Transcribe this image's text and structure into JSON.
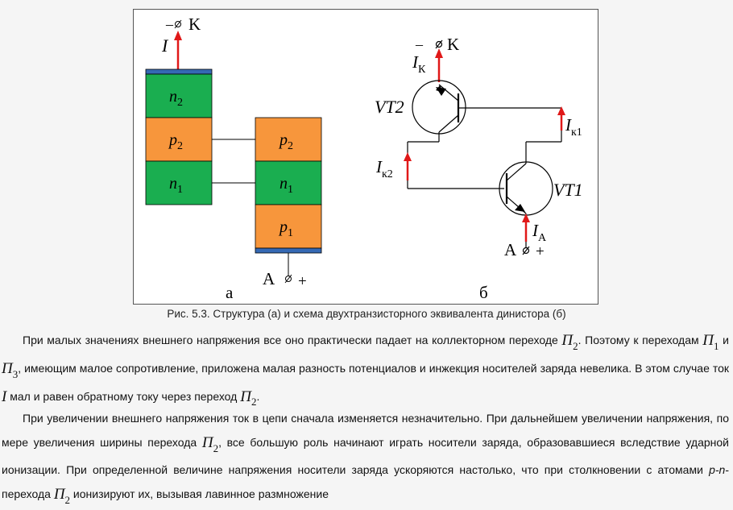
{
  "figure": {
    "structure": {
      "cathode_top": "K",
      "cathode_sign": "–",
      "current": "I",
      "left_layers": [
        {
          "letter": "n",
          "sub": "2"
        },
        {
          "letter": "p",
          "sub": "2"
        },
        {
          "letter": "n",
          "sub": "1"
        }
      ],
      "right_layers": [
        {
          "letter": "p",
          "sub": "2"
        },
        {
          "letter": "n",
          "sub": "1"
        },
        {
          "letter": "p",
          "sub": "1"
        }
      ],
      "anode": "A",
      "anode_sign": "+",
      "label": "а"
    },
    "circuit": {
      "cathode_top": "K",
      "cathode_sign": "–",
      "ik_letter": "I",
      "ik_sub": "К",
      "vt2_label": "VT2",
      "vt1_label": "VT1",
      "ik1_letter": "I",
      "ik1_sub": "к1",
      "ik2_letter": "I",
      "ik2_sub": "к2",
      "ia_letter": "I",
      "ia_sub": "А",
      "anode": "A",
      "anode_sign": "+",
      "label": "б"
    },
    "colors": {
      "n_layer": "#1aae50",
      "p_layer": "#f7963c",
      "contact": "#3569b4",
      "arrow": "#e01818"
    }
  },
  "caption": "Рис. 5.3. Структура (а) и схема двухтранзисторного эквивалента динистора (б)",
  "paragraph1": {
    "t1": "При малых значениях внешнего напряжения все оно практически падает на коллекторном переходе ",
    "s1": "П",
    "s1sub": "2",
    "t2": ". Поэтому к переходам ",
    "s2": "П",
    "s2sub": "1",
    "t3": " и ",
    "s3": "П",
    "s3sub": "3",
    "t4": ", имеющим малое сопротивление, приложена малая разность потенциалов и инжекция носителей заряда невелика. В этом случае ток ",
    "s4": "I",
    "t5": " мал и равен обратному току через переход ",
    "s5": "П",
    "s5sub": "2",
    "t6": "."
  },
  "paragraph2": {
    "t1": "При увеличении внешнего напряжения ток в цепи сначала изменяется незначительно. При дальнейшем увеличении напряжения, по мере увеличения ширины перехода ",
    "s1": "П",
    "s1sub": "2",
    "t2": ", все большую роль начинают играть носители заряда, образовавшиеся вследствие ударной ионизации. При определенной величине напряжения носители заряда ускоряются настолько, что при столкновении с атомами ",
    "pn": "p-n",
    "t3": "-перехода ",
    "s2": "П",
    "s2sub": "2",
    "t4": " ионизируют их, вызывая лавинное размножение"
  }
}
